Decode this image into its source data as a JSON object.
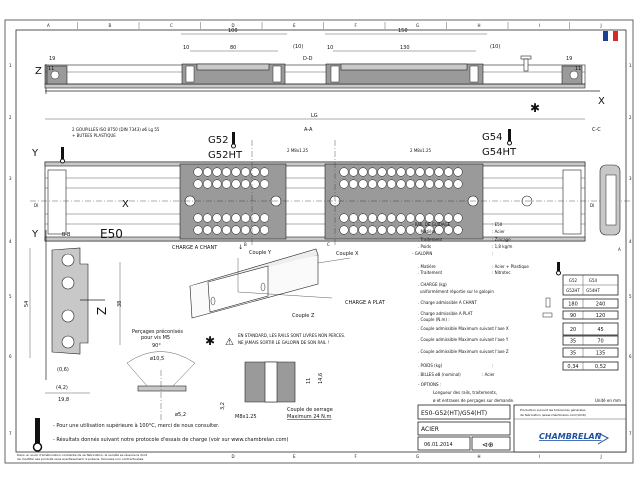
{
  "frame": {
    "columns": [
      "A",
      "B",
      "C",
      "D",
      "E",
      "F",
      "G",
      "H",
      "I",
      "J"
    ],
    "rows": [
      "1",
      "2",
      "3",
      "4",
      "5",
      "6",
      "7"
    ]
  },
  "top_view": {
    "title": "D-D",
    "axis_z": "Z",
    "axis_x": "X",
    "dims": {
      "d19_left": "19",
      "d11_left": "11",
      "d100": "100",
      "d10_a": "10",
      "d80": "80",
      "d10_paren_a": "(10)",
      "d150": "150",
      "d10_b": "10",
      "d130": "130",
      "d10_paren_b": "(10)",
      "d19_right": "19",
      "d11_right": "11",
      "lg": "LG"
    }
  },
  "mid_view": {
    "title": "A-A",
    "section_cc": "C-C",
    "note_pins": "2 GOUPILLES ISO 8750 (DIN 7343) ø6 Lg 55",
    "note_stops": "+ BUTEES PLASTIQUE",
    "g52": "G52",
    "g52ht": "G52HT",
    "g54": "G54",
    "g54ht": "G54HT",
    "thread_left": "2 M8x1.25",
    "thread_right": "2 M8x1.25",
    "rail_label": "E50",
    "axis_y": "Y",
    "axis_x": "X",
    "di": "DI",
    "cut_b": "B",
    "cut_c": "C",
    "cut_a": "A"
  },
  "section_bb": {
    "title": "B-B",
    "axis_y": "Y",
    "axis_z": "Z",
    "d54": "54",
    "d38": "38",
    "d06": "(0,6)",
    "d42": "(4,2)",
    "d198": "19,8"
  },
  "iso_view": {
    "charge_chant": "CHARGE A CHANT",
    "couple_y": "Couple Y",
    "couple_x": "Couple X",
    "couple_z": "Couple Z",
    "charge_plat": "CHARGE A PLAT"
  },
  "warning": {
    "line1": "EN STANDARD, LES RAILS SONT LIVRES NON PERCES.",
    "line2": "NE JAMAIS SORTIR LE GALOPIN DE SON RAIL !"
  },
  "drilling": {
    "title1": "Perçages préconisés",
    "title2": "pour vis M5",
    "angle": "90°",
    "d105": "ø10,5",
    "d52": "ø5,2",
    "d32": "3,2"
  },
  "bolt_detail": {
    "d11": "11",
    "d146": "14,6",
    "thread": "M8x1.25",
    "torque1": "Couple de serrage",
    "torque2": "Maximum  24  N.m"
  },
  "specs": {
    "rail_label": "- RAIL DE GUIDAGE",
    "rail_value": ": E50",
    "rail_material_label": ". Matière",
    "rail_material": ": Acier",
    "rail_treatment_label": ". Traitement",
    "rail_treatment": ": Zincage",
    "rail_weight_label": ". Poids",
    "rail_weight": ": 1,8  kg/m",
    "carriage_label": "- GALOPIN",
    "carriage_colon": ":",
    "carriage_material_label": ". Matière",
    "carriage_material": ": Acier + Plastique",
    "carriage_treatment_label": ". Traitement",
    "carriage_treatment": ": Nitrotec",
    "load_label": ". CHARGE  (kg)",
    "load_sub": "uniformément réportie sur le galopin",
    "load_chant_label": ". Charge admissible A CHANT",
    "load_plat_label": ". Charge admissible A PLAT",
    "torque_label": ". Couple  (N.m) :",
    "torque_x_label": ". Couple admissible Maximum suivant l'axe X",
    "torque_y_label": ". Couple admissible Maximum suivant l'axe Y",
    "torque_z_label": ". Couple admissible Maximum suivant l'axe Z",
    "weight_label": ". POIDS  (kg)",
    "weight_colon": ":",
    "balls_label": ". BILLES ø8 (nominal)",
    "balls_value": ": Acier",
    "options_label": "- OPTIONS :",
    "options_line1": "Longueur des rails, traitements,",
    "options_line2": "ø et entraxes de perçages sur demande.",
    "unit": "Unité en mm"
  },
  "spec_table": {
    "headers": [
      [
        "G52",
        "G52HT"
      ],
      [
        "G54",
        "G54HT"
      ]
    ],
    "rows": [
      {
        "key": "chant",
        "values": [
          "180",
          "240"
        ]
      },
      {
        "key": "plat",
        "values": [
          "90",
          "120"
        ]
      },
      {
        "key": "couple_x",
        "values": [
          "20",
          "45"
        ]
      },
      {
        "key": "couple_y",
        "values": [
          "35",
          "70"
        ]
      },
      {
        "key": "couple_z",
        "values": [
          "35",
          "135"
        ]
      },
      {
        "key": "poids",
        "values": [
          "0,34",
          "0,52"
        ]
      }
    ]
  },
  "notes": {
    "temp": "- Pour une utilisation supérieure à 100°C, merci de nous consulter.",
    "results": "- Résultats donnés suivant notre protocole d'essais de charge (voir sur www.chambrelan.com)",
    "disclaimer1": "Dans un souci d'amélioration constante de sa fabrication, la société se réserve le droit",
    "disclaimer2": "de modifier ses produits sans avertissement ni préavis. Données non contractuelles."
  },
  "title_block": {
    "reference": "E50-G52(HT)/G54(HT)",
    "material": "ACIER",
    "date": "06.01.2014",
    "tolerance1": "Production suivant les tolérances générales",
    "tolerance2": "de fabrication (www.chambrelan.com/1016)",
    "logo": "CHAMBRELAN"
  },
  "colors": {
    "flag_blue": "#1d3f94",
    "flag_white": "#ffffff",
    "flag_red": "#d52b2b",
    "logo_blue": "#1f4fa0"
  }
}
